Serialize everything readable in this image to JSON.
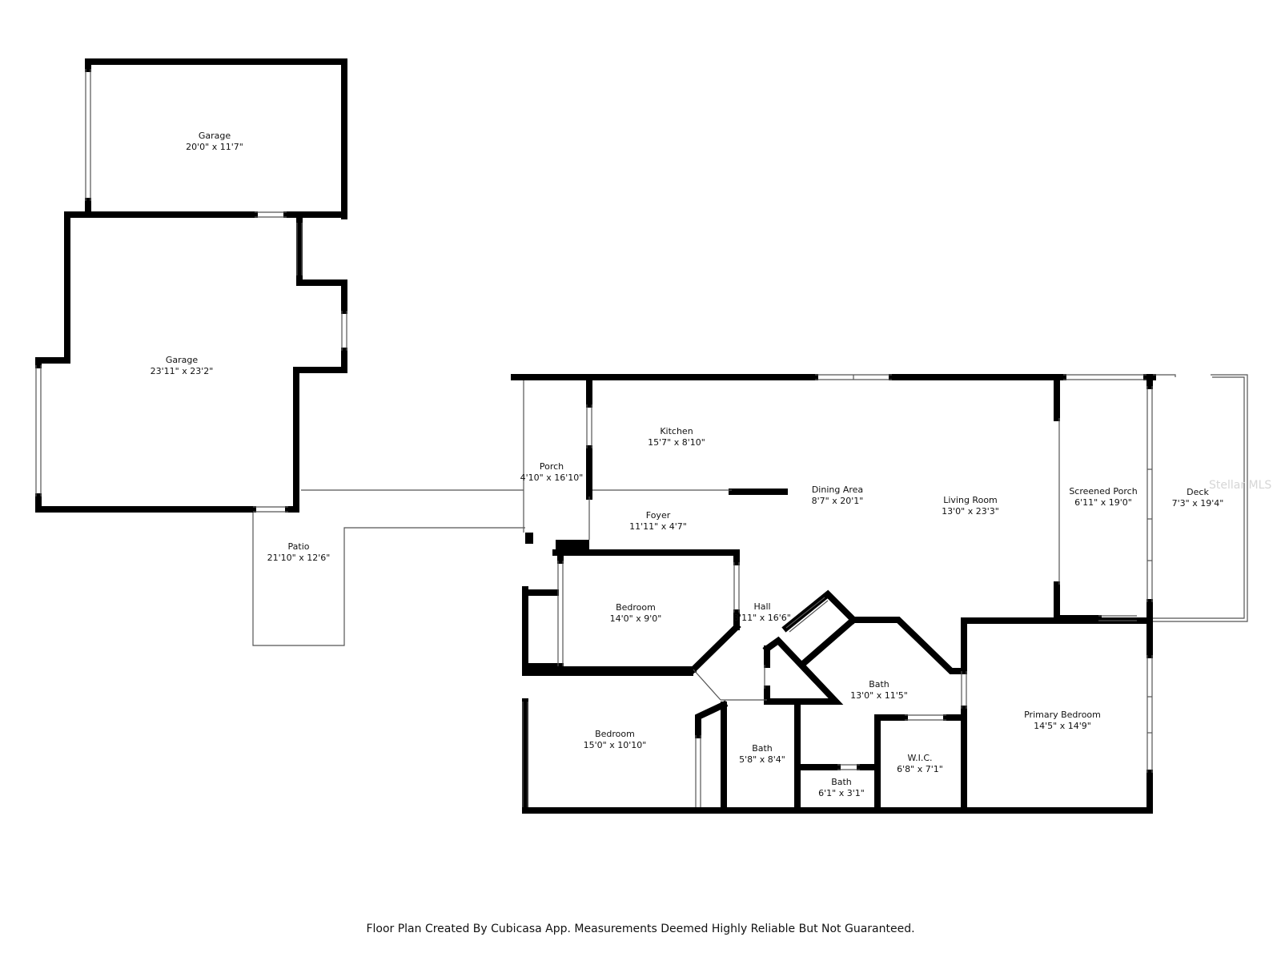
{
  "rooms": {
    "garage_top": {
      "name": "Garage",
      "dims": "20'0\" x 11'7\""
    },
    "garage_main": {
      "name": "Garage",
      "dims": "23'11\" x 23'2\""
    },
    "patio": {
      "name": "Patio",
      "dims": "21'10\" x 12'6\""
    },
    "porch": {
      "name": "Porch",
      "dims": "4'10\" x 16'10\""
    },
    "kitchen": {
      "name": "Kitchen",
      "dims": "15'7\" x 8'10\""
    },
    "dining": {
      "name": "Dining Area",
      "dims": "8'7\" x 20'1\""
    },
    "living": {
      "name": "Living Room",
      "dims": "13'0\" x 23'3\""
    },
    "screened_porch": {
      "name": "Screened Porch",
      "dims": "6'11\" x 19'0\""
    },
    "deck": {
      "name": "Deck",
      "dims": "7'3\" x 19'4\""
    },
    "foyer": {
      "name": "Foyer",
      "dims": "11'11\" x 4'7\""
    },
    "bedroom1": {
      "name": "Bedroom",
      "dims": "14'0\" x 9'0\""
    },
    "hall": {
      "name": "Hall",
      "dims": "3'11\" x 16'6\""
    },
    "bedroom2": {
      "name": "Bedroom",
      "dims": "15'0\" x 10'10\""
    },
    "bath_small": {
      "name": "Bath",
      "dims": "5'8\" x 8'4\""
    },
    "bath_tiny": {
      "name": "Bath",
      "dims": "6'1\" x 3'1\""
    },
    "bath_main": {
      "name": "Bath",
      "dims": "13'0\" x 11'5\""
    },
    "wic": {
      "name": "W.I.C.",
      "dims": "6'8\" x 7'1\""
    },
    "primary": {
      "name": "Primary Bedroom",
      "dims": "14'5\" x 14'9\""
    }
  },
  "caption": "Floor Plan Created By Cubicasa App. Measurements Deemed Highly Reliable But Not Guaranteed.",
  "watermark": "Stellar MLS",
  "colors": {
    "wall": "#000000",
    "thin_line": "#555555",
    "background": "#ffffff"
  }
}
